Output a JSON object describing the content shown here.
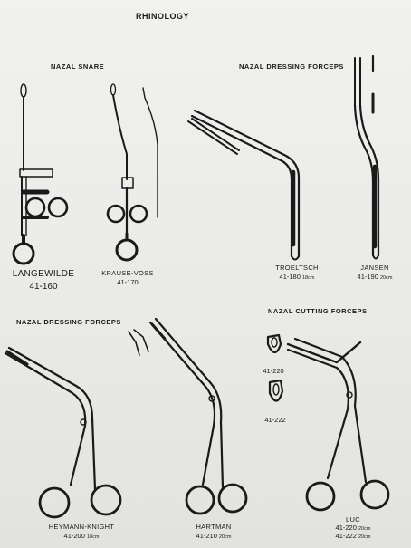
{
  "page": {
    "title": "RHINOLOGY",
    "sections": [
      {
        "id": "nazal_snare",
        "heading": "NAZAL SNARE"
      },
      {
        "id": "nazal_dressing_forceps_top",
        "heading": "NAZAL DRESSING FORCEPS"
      },
      {
        "id": "nazal_dressing_forceps_bottom",
        "heading": "NAZAL DRESSING FORCEPS"
      },
      {
        "id": "nazal_cutting_forceps",
        "heading": "NAZAL CUTTING FORCEPS"
      }
    ],
    "instruments": {
      "langewilde": {
        "name": "LANGEWILDE",
        "code": "41-160"
      },
      "krause_voss": {
        "name": "KRAUSE-VOSS",
        "code": "41-170"
      },
      "troeltsch": {
        "name": "TROELTSCH",
        "code": "41-180",
        "size": "18cm"
      },
      "jansen": {
        "name": "JANSEN",
        "code": "41-190",
        "size": "20cm"
      },
      "heymann_knight": {
        "name": "HEYMANN-KNIGHT",
        "code": "41-200",
        "size": "18cm"
      },
      "hartman": {
        "name": "HARTMAN",
        "code": "41-210",
        "size": "20cm"
      },
      "tip_220": {
        "code": "41-220"
      },
      "tip_222": {
        "code": "41-222"
      },
      "luc": {
        "name": "LUC",
        "codes": [
          {
            "code": "41-220",
            "size": "20cm"
          },
          {
            "code": "41-222",
            "size": "20cm"
          }
        ]
      }
    }
  }
}
